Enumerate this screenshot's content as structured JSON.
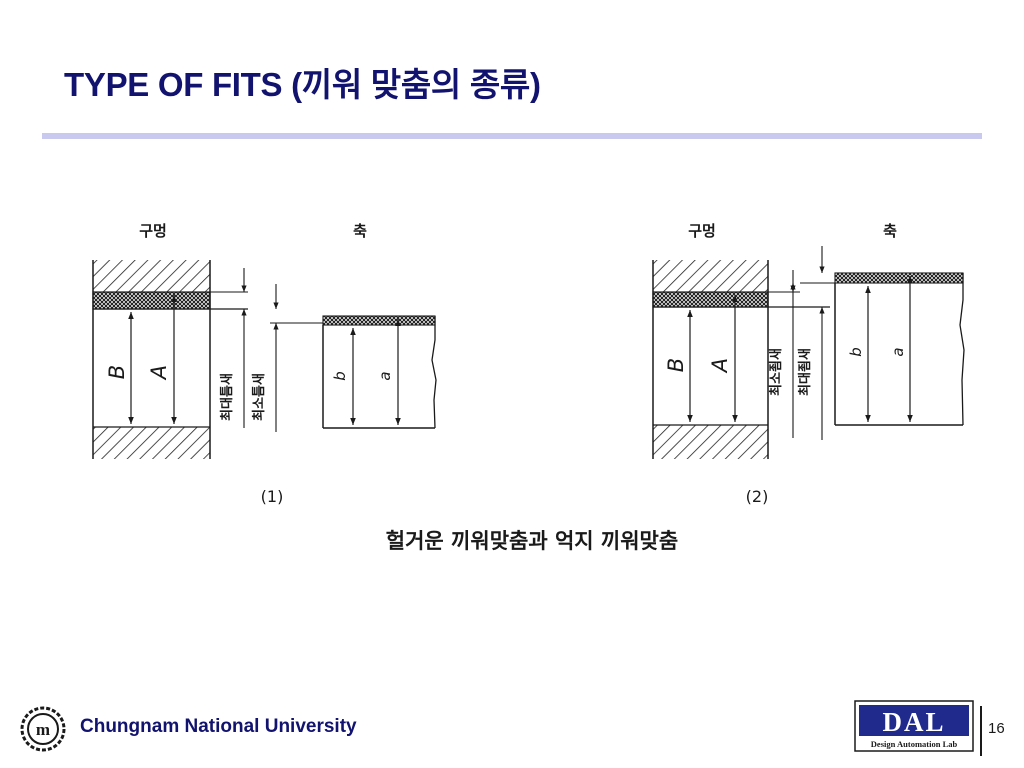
{
  "slide": {
    "title": "TYPE OF FITS (끼워 맞춤의 종류)",
    "page_number": "16"
  },
  "figure": {
    "left": {
      "hole_label": "구멍",
      "shaft_label": "축",
      "hole_max_label": "B",
      "hole_min_label": "A",
      "shaft_min_label": "b",
      "shaft_max_label": "a",
      "max_clearance_label": "최대틈새",
      "min_clearance_label": "최소틈새",
      "number": "(1)"
    },
    "right": {
      "hole_label": "구멍",
      "shaft_label": "축",
      "hole_max_label": "B",
      "hole_min_label": "A",
      "shaft_min_label": "b",
      "shaft_max_label": "a",
      "min_interference_label": "최소죔새",
      "max_interference_label": "최대죔새",
      "number": "(2)"
    },
    "caption": "헐거운 끼워맞춤과 억지 끼워맞춤"
  },
  "footer": {
    "university": "Chungnam National University",
    "emblem_text": "m",
    "lab_logo_text": "DAL",
    "lab_name": "Design Automation Lab"
  },
  "colors": {
    "title": "#12136e",
    "rule": "#c9c9ef",
    "lab_logo_blue": "#1f2a8c"
  }
}
